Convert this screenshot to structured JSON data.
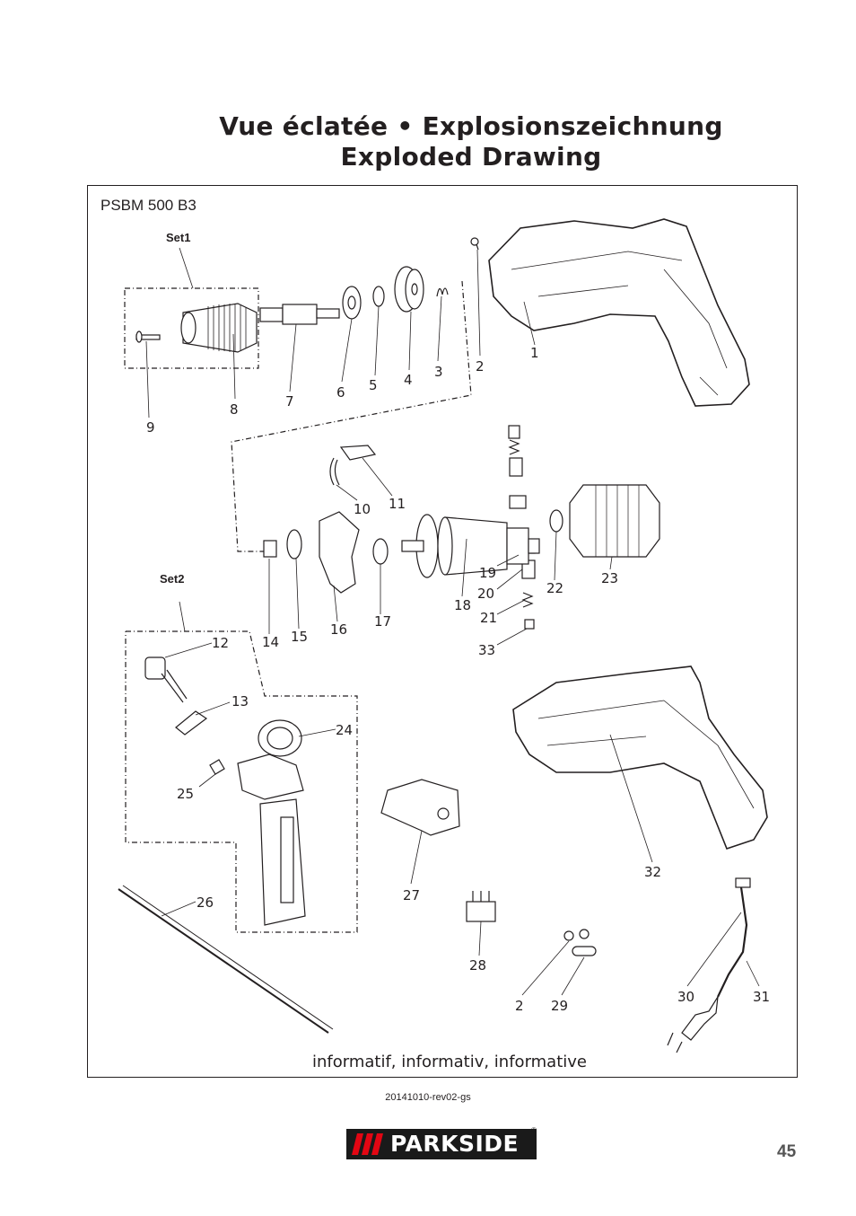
{
  "header": {
    "title_line1": "Vue éclatée • Explosionszeichnung",
    "title_line2": "Exploded Drawing"
  },
  "diagram": {
    "model": "PSBM 500 B3",
    "sets": [
      "Set1",
      "Set2"
    ],
    "part_numbers": [
      "1",
      "2",
      "3",
      "4",
      "5",
      "6",
      "7",
      "8",
      "9",
      "10",
      "11",
      "12",
      "13",
      "14",
      "15",
      "16",
      "17",
      "18",
      "19",
      "20",
      "21",
      "22",
      "23",
      "24",
      "25",
      "26",
      "27",
      "28",
      "2",
      "29",
      "30",
      "31",
      "32",
      "33"
    ],
    "footnote": "informatif, informativ, informative"
  },
  "footer": {
    "revision": "20141010-rev02-gs",
    "brand": "PARKSIDE",
    "page_number": "45"
  }
}
